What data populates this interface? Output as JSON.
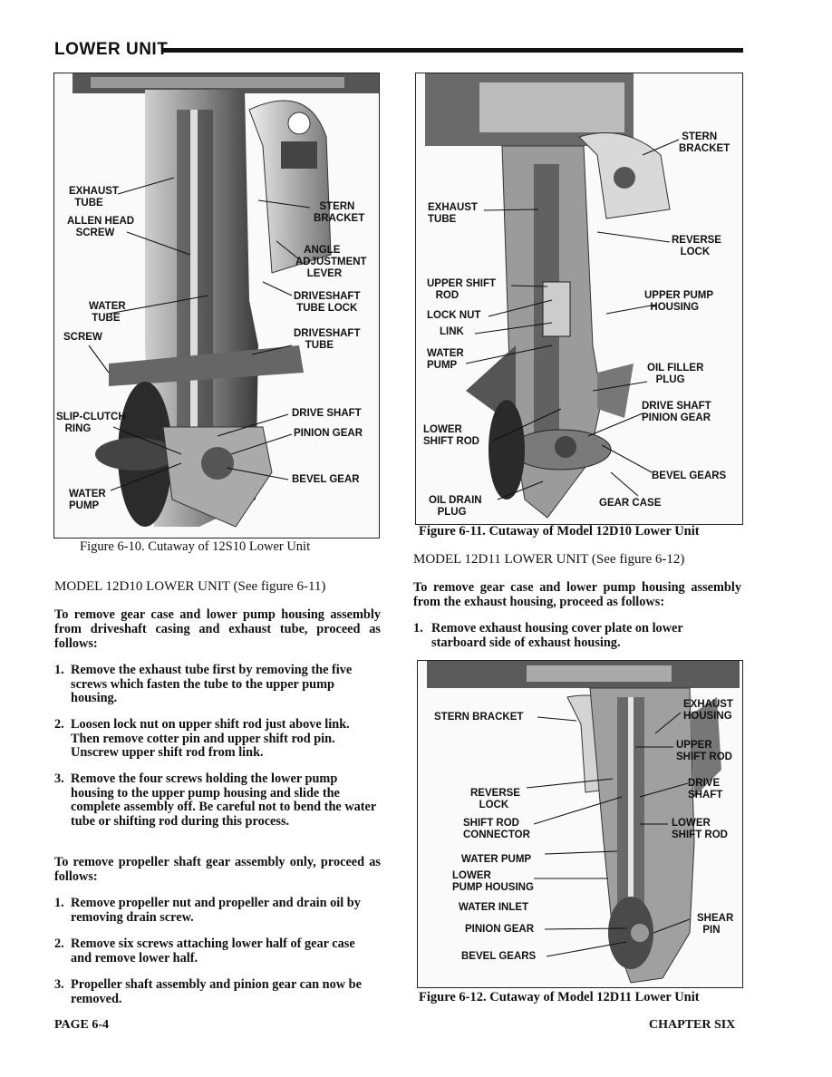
{
  "header": {
    "title": "LOWER UNIT"
  },
  "figure_10": {
    "caption": "Figure 6-10. Cutaway of 12S10 Lower Unit",
    "labels": {
      "exhaust_tube": "EXHAUST\n  TUBE",
      "allen_head_screw": "ALLEN HEAD\n   SCREW",
      "water_tube": "WATER\n TUBE",
      "screw": "SCREW",
      "slip_clutch_ring": "SLIP-CLUTCH\n   RING",
      "water_pump": "WATER\nPUMP",
      "stern_bracket": "  STERN\nBRACKET",
      "angle_adjustment_lever": "   ANGLE\nADJUSTMENT\n    LEVER",
      "driveshaft_tube_lock": "DRIVESHAFT\n TUBE LOCK",
      "driveshaft_tube": "DRIVESHAFT\n    TUBE",
      "drive_shaft": "DRIVE SHAFT",
      "pinion_gear": "PINION GEAR",
      "bevel_gear": "BEVEL GEAR"
    }
  },
  "figure_11": {
    "caption": "Figure 6-11. Cutaway of Model 12D10 Lower Unit",
    "labels": {
      "stern_bracket": " STERN\nBRACKET",
      "exhaust_tube": "EXHAUST\nTUBE",
      "reverse_lock": "REVERSE\n   LOCK",
      "upper_shift_rod": "UPPER SHIFT\n   ROD",
      "upper_pump_housing": "UPPER PUMP\n  HOUSING",
      "lock_nut": "LOCK NUT",
      "link": "LINK",
      "water_pump": "WATER\nPUMP",
      "oil_filler_plug": "OIL FILLER\n   PLUG",
      "drive_shaft_pinion_gear": "DRIVE SHAFT\nPINION GEAR",
      "lower_shift_rod": "LOWER\nSHIFT ROD",
      "bevel_gears": "BEVEL GEARS",
      "oil_drain_plug": "OIL DRAIN\n   PLUG",
      "gear_case": "GEAR CASE"
    }
  },
  "figure_12": {
    "caption": "Figure 6-12. Cutaway of Model 12D11 Lower Unit",
    "labels": {
      "exhaust_housing": "EXHAUST\nHOUSING",
      "stern_bracket": "STERN BRACKET",
      "upper_shift_rod": "UPPER\nSHIFT ROD",
      "drive_shaft": "DRIVE\nSHAFT",
      "reverse_lock": "REVERSE\n   LOCK",
      "shift_rod_connector": "SHIFT ROD\nCONNECTOR",
      "lower_shift_rod": "LOWER\nSHIFT ROD",
      "water_pump": "WATER PUMP",
      "lower_pump_housing": "LOWER\nPUMP HOUSING",
      "water_inlet": "WATER INLET",
      "shear_pin": "SHEAR\n  PIN",
      "pinion_gear": "PINION GEAR",
      "bevel_gears": "BEVEL GEARS"
    }
  },
  "left_column": {
    "heading": "MODEL  12D10  LOWER  UNIT  (See  figure  6-11)",
    "intro": "To remove gear case and lower pump housing assembly from driveshaft casing and exhaust tube, proceed as follows:",
    "steps": [
      {
        "num": "1.",
        "text": "Remove the exhaust tube first by removing the five screws which fasten the tube to the upper pump housing."
      },
      {
        "num": "2.",
        "text": "Loosen lock nut on upper shift rod just above link. Then remove cotter pin and upper shift rod pin. Unscrew upper shift rod from link."
      },
      {
        "num": "3.",
        "text": "Remove the four screws holding the lower pump housing to the upper pump housing and slide the complete assembly off. Be careful not to bend the water tube or shifting rod during this process."
      }
    ],
    "propeller_intro": "To remove propeller shaft gear assembly only, proceed as follows:",
    "propeller_steps": [
      {
        "num": "1.",
        "text": "Remove propeller nut and propeller and drain oil by removing drain screw."
      },
      {
        "num": "2.",
        "text": "Remove six screws attaching lower half of gear case and remove lower half."
      },
      {
        "num": "3.",
        "text": "Propeller shaft assembly and pinion gear can now be removed."
      }
    ]
  },
  "right_column": {
    "heading": "MODEL  12D11  LOWER  UNIT  (See  figure  6-12)",
    "intro": "To remove gear case and lower pump housing assembly from the exhaust housing, proceed as follows:",
    "steps": [
      {
        "num": "1.",
        "text": "Remove exhaust housing cover plate on lower starboard side of exhaust housing."
      }
    ]
  },
  "footer": {
    "page": "PAGE 6-4",
    "chapter": "CHAPTER SIX"
  }
}
